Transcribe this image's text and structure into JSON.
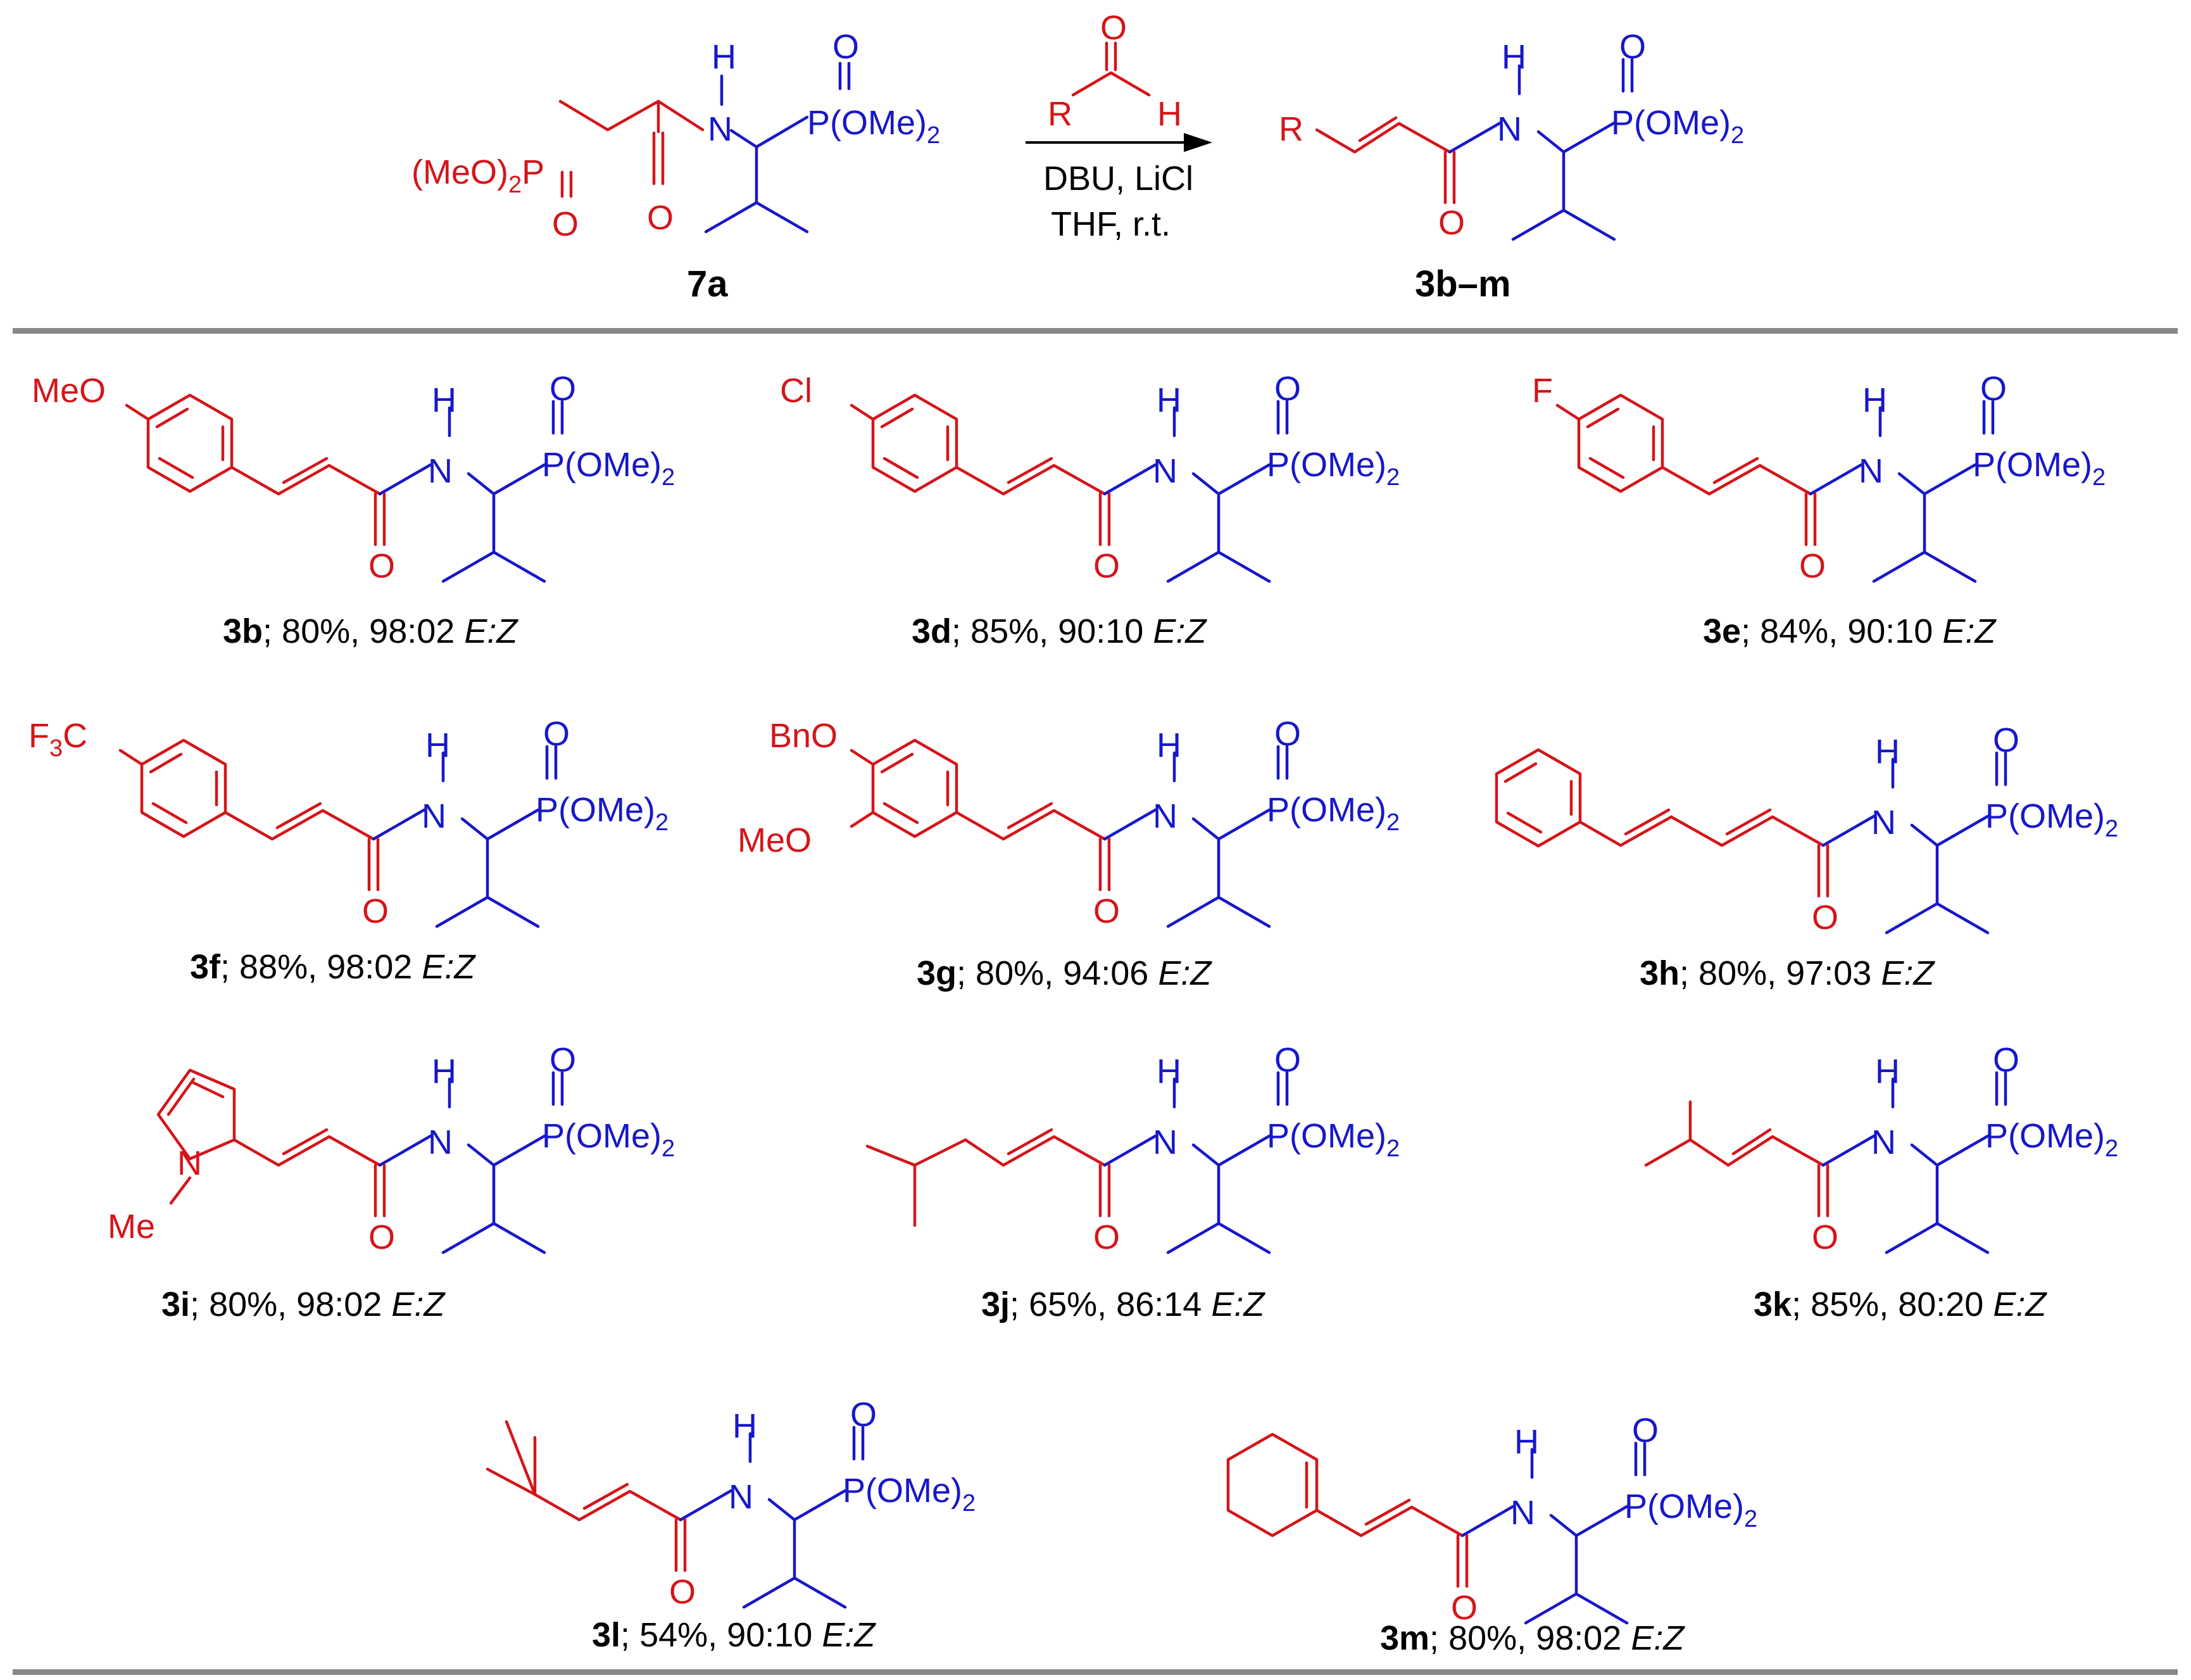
{
  "scheme": {
    "reactant": {
      "id": "7a",
      "labels": {
        "mei": "(MeO)",
        "sub2": "2",
        "p": "P",
        "o_p": "O",
        "o_amide": "O",
        "n": "N",
        "h": "H",
        "p2": "P(OMe)",
        "o2": "O",
        "sub2b": "2"
      }
    },
    "arrow": {
      "reagent_labels": {
        "r": "R",
        "o": "O",
        "h": "H"
      },
      "conditions": [
        "DBU, LiCl",
        "THF, r.t."
      ]
    },
    "product": {
      "id": "3b–m",
      "labels": {
        "r": "R",
        "o_amide": "O",
        "n": "N",
        "h": "H",
        "p": "P(OMe)",
        "o": "O",
        "sub2": "2"
      }
    }
  },
  "common": {
    "n": "N",
    "h": "H",
    "o": "O",
    "p": "P(OMe)",
    "sub2": "2"
  },
  "compounds": [
    {
      "id": "3b",
      "yield": "80%",
      "ratio": "98:02",
      "ez": "E:Z",
      "substituent": "MeO"
    },
    {
      "id": "3d",
      "yield": "85%",
      "ratio": "90:10",
      "ez": "E:Z",
      "substituent": "Cl"
    },
    {
      "id": "3e",
      "yield": "84%",
      "ratio": "90:10",
      "ez": "E:Z",
      "substituent": "F"
    },
    {
      "id": "3f",
      "yield": "88%",
      "ratio": "98:02",
      "ez": "E:Z",
      "substituent": "F",
      "sub3": "3",
      "sub_c": "C"
    },
    {
      "id": "3g",
      "yield": "80%",
      "ratio": "94:06",
      "ez": "E:Z",
      "substituent": "BnO",
      "substituent2": "MeO"
    },
    {
      "id": "3h",
      "yield": "80%",
      "ratio": "97:03",
      "ez": "E:Z"
    },
    {
      "id": "3i",
      "yield": "80%",
      "ratio": "98:02",
      "ez": "E:Z",
      "substituent": "N",
      "substituent2": "Me"
    },
    {
      "id": "3j",
      "yield": "65%",
      "ratio": "86:14",
      "ez": "E:Z"
    },
    {
      "id": "3k",
      "yield": "85%",
      "ratio": "80:20",
      "ez": "E:Z"
    },
    {
      "id": "3l",
      "yield": "54%",
      "ratio": "90:10",
      "ez": "E:Z"
    },
    {
      "id": "3m",
      "yield": "80%",
      "ratio": "98:02",
      "ez": "E:Z"
    }
  ],
  "colors": {
    "red": "#d4151a",
    "blue": "#1717c9",
    "rule": "#888888"
  }
}
